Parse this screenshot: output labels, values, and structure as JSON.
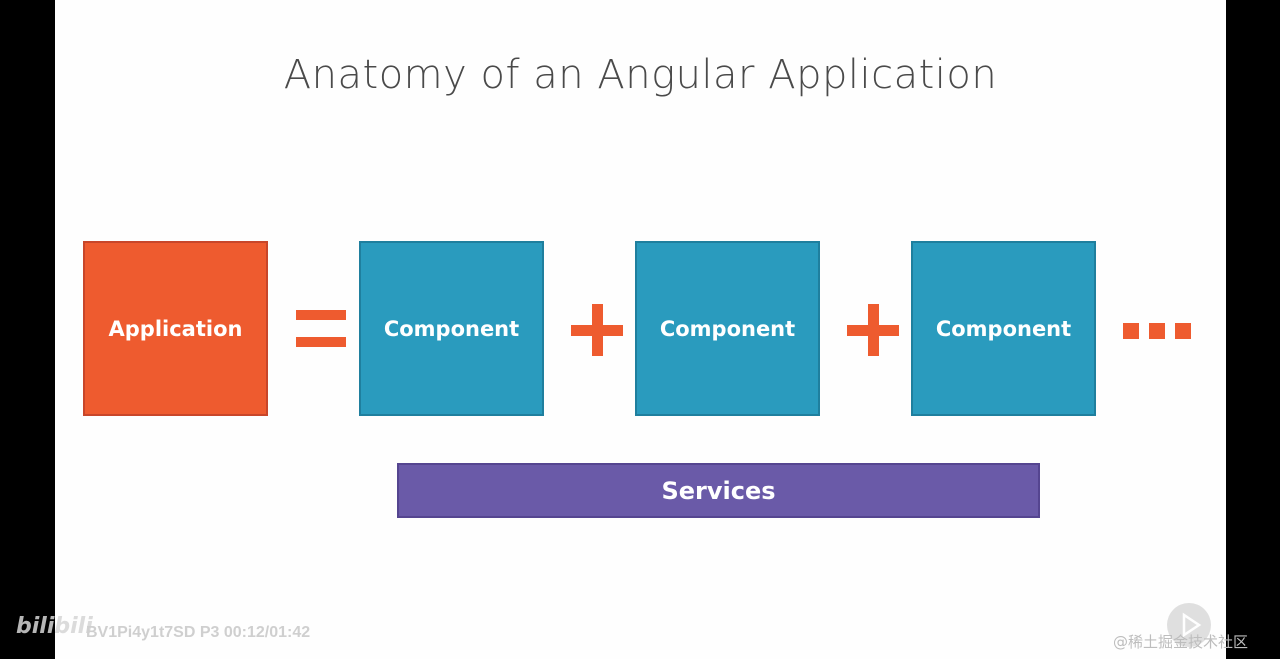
{
  "slide": {
    "title": "Anatomy of an Angular Application"
  },
  "diagram": {
    "application_label": "Application",
    "components": [
      {
        "label": "Component"
      },
      {
        "label": "Component"
      },
      {
        "label": "Component"
      }
    ],
    "services_label": "Services",
    "operators": {
      "equals": "equals-sign",
      "plus": "plus-sign",
      "continuation": "ellipsis"
    },
    "colors": {
      "application": "#ee5b2f",
      "component": "#2a9bbe",
      "services": "#6a5aa8",
      "operators": "#ee5b2f"
    }
  },
  "overlay": {
    "platform_logo": "bilibili",
    "video_info": "BV1Pi4y1t7SD P3 00:12/01:42",
    "watermark": "@稀土掘金技术社区",
    "play_badge_icon": "play-icon"
  }
}
